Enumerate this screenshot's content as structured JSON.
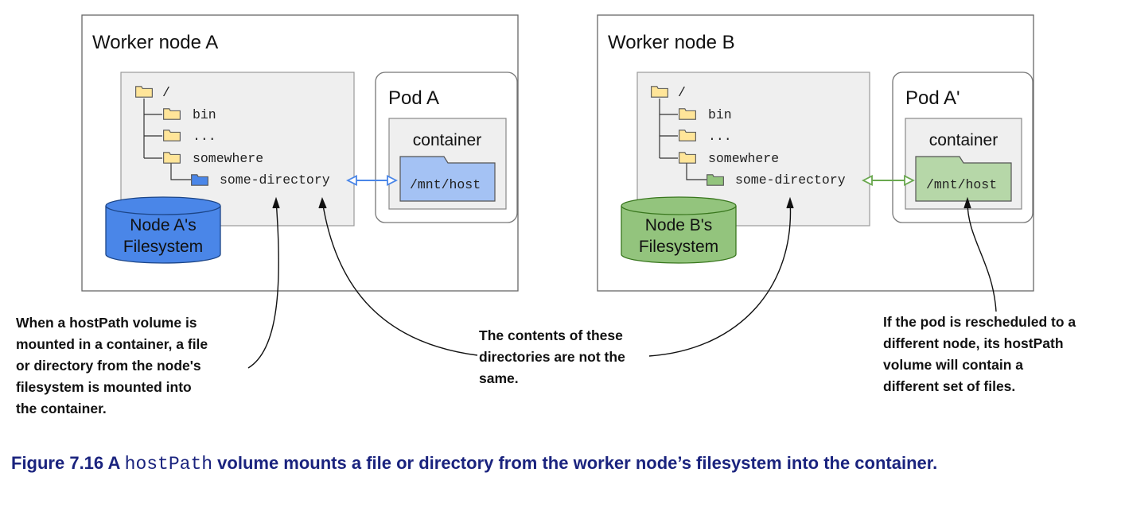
{
  "colors": {
    "node_a_accent": "#4a86e8",
    "node_b_accent": "#93c47d",
    "folder_yellow": "#ffe599",
    "caption_color": "#1a237e"
  },
  "nodes": [
    {
      "title": "Worker node A",
      "tree": [
        "/",
        "bin",
        "...",
        "somewhere",
        "some-directory"
      ],
      "pod_title": "Pod A",
      "container_label": "container",
      "mount_path": "/mnt/host",
      "filesystem_lines": [
        "Node A's",
        "Filesystem"
      ]
    },
    {
      "title": "Worker node B",
      "tree": [
        "/",
        "bin",
        "...",
        "somewhere",
        "some-directory"
      ],
      "pod_title": "Pod A'",
      "container_label": "container",
      "mount_path": "/mnt/host",
      "filesystem_lines": [
        "Node B's",
        "Filesystem"
      ]
    }
  ],
  "annotations": {
    "left": [
      "When a hostPath volume is",
      "mounted in a container, a file",
      "or directory from the node's",
      "filesystem is mounted into",
      "the container."
    ],
    "middle": [
      "The contents of these",
      "directories are not the",
      "same."
    ],
    "right": [
      "If the pod is rescheduled to a",
      "different node, its hostPath",
      "volume will contain a",
      "different set of files."
    ]
  },
  "caption": {
    "prefix": "Figure 7.16 A ",
    "code": "hostPath",
    "suffix": " volume mounts a file or directory from the worker node’s filesystem into the container."
  }
}
